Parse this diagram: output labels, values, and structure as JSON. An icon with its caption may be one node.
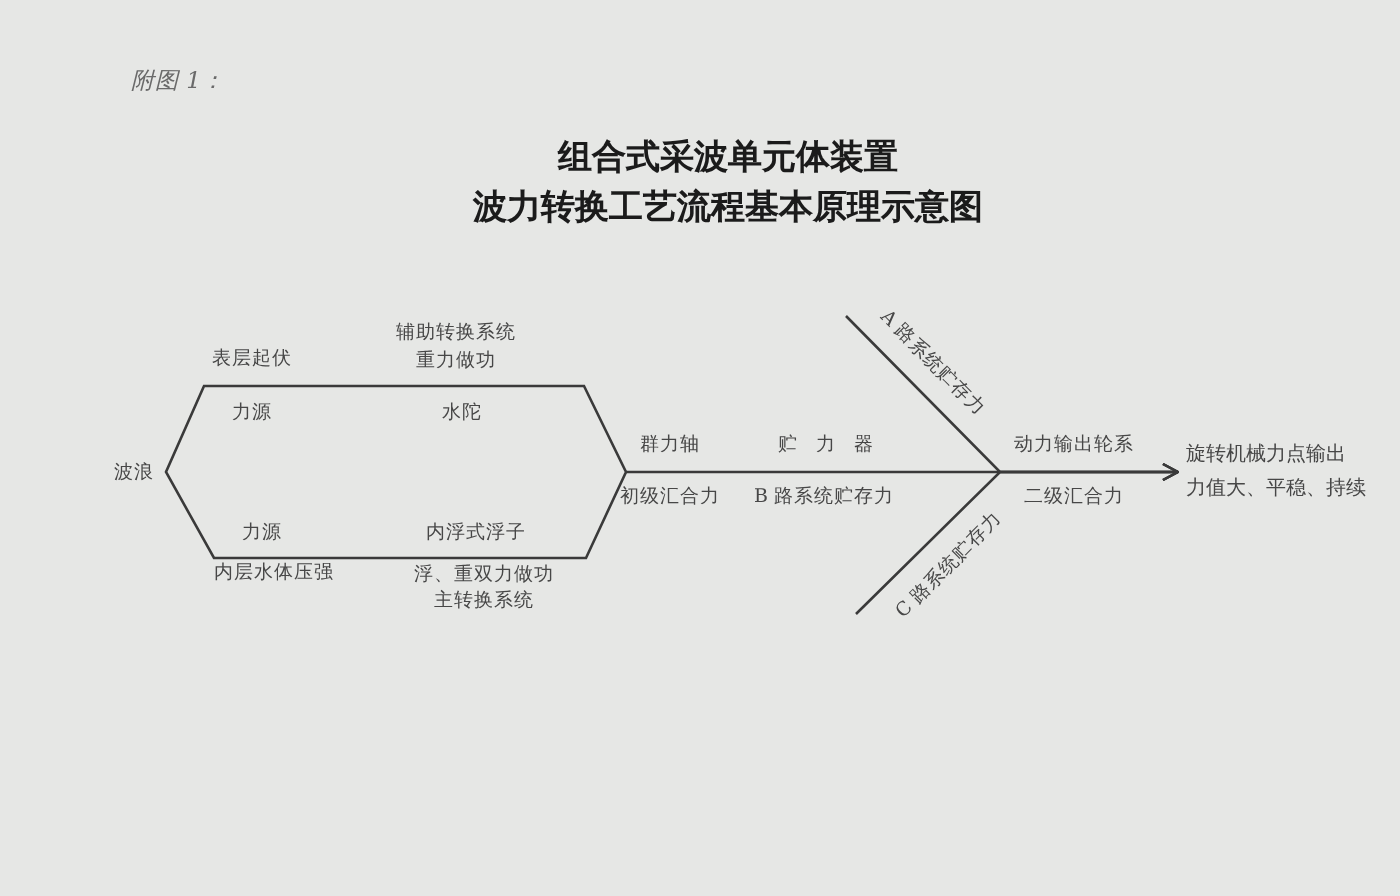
{
  "diagram": {
    "title": "组合式采波单元体装置波力转换工艺流程基本原理示意图",
    "nodes": [
      {
        "text": [
          "力源",
          "水陀",
          "力源",
          "内浮式浮子"
        ],
        "beside": [
          "表层起伏",
          "辅助转换系统重力做功",
          "波浪",
          "内层水体压强",
          "浮、重双力做功主转换系统"
        ]
      },
      {
        "text": [
          "旋转机械力点输出力值大、平稳、持续"
        ]
      }
    ],
    "edges": [
      {
        "from": 0,
        "to": 1,
        "arrow": "to",
        "label": "B 路系统贮存力"
      },
      {
        "from": null,
        "to": 1,
        "arrow": "to",
        "label": "A 路系统贮存力"
      },
      {
        "from": null,
        "to": 1,
        "arrow": "to",
        "label": "C 路系统贮存力"
      }
    ],
    "labels": [
      "附图 1：",
      "群力轴",
      "贮 力 器",
      "动力输出轮系",
      "初级汇合力",
      "二级汇合力"
    ]
  }
}
